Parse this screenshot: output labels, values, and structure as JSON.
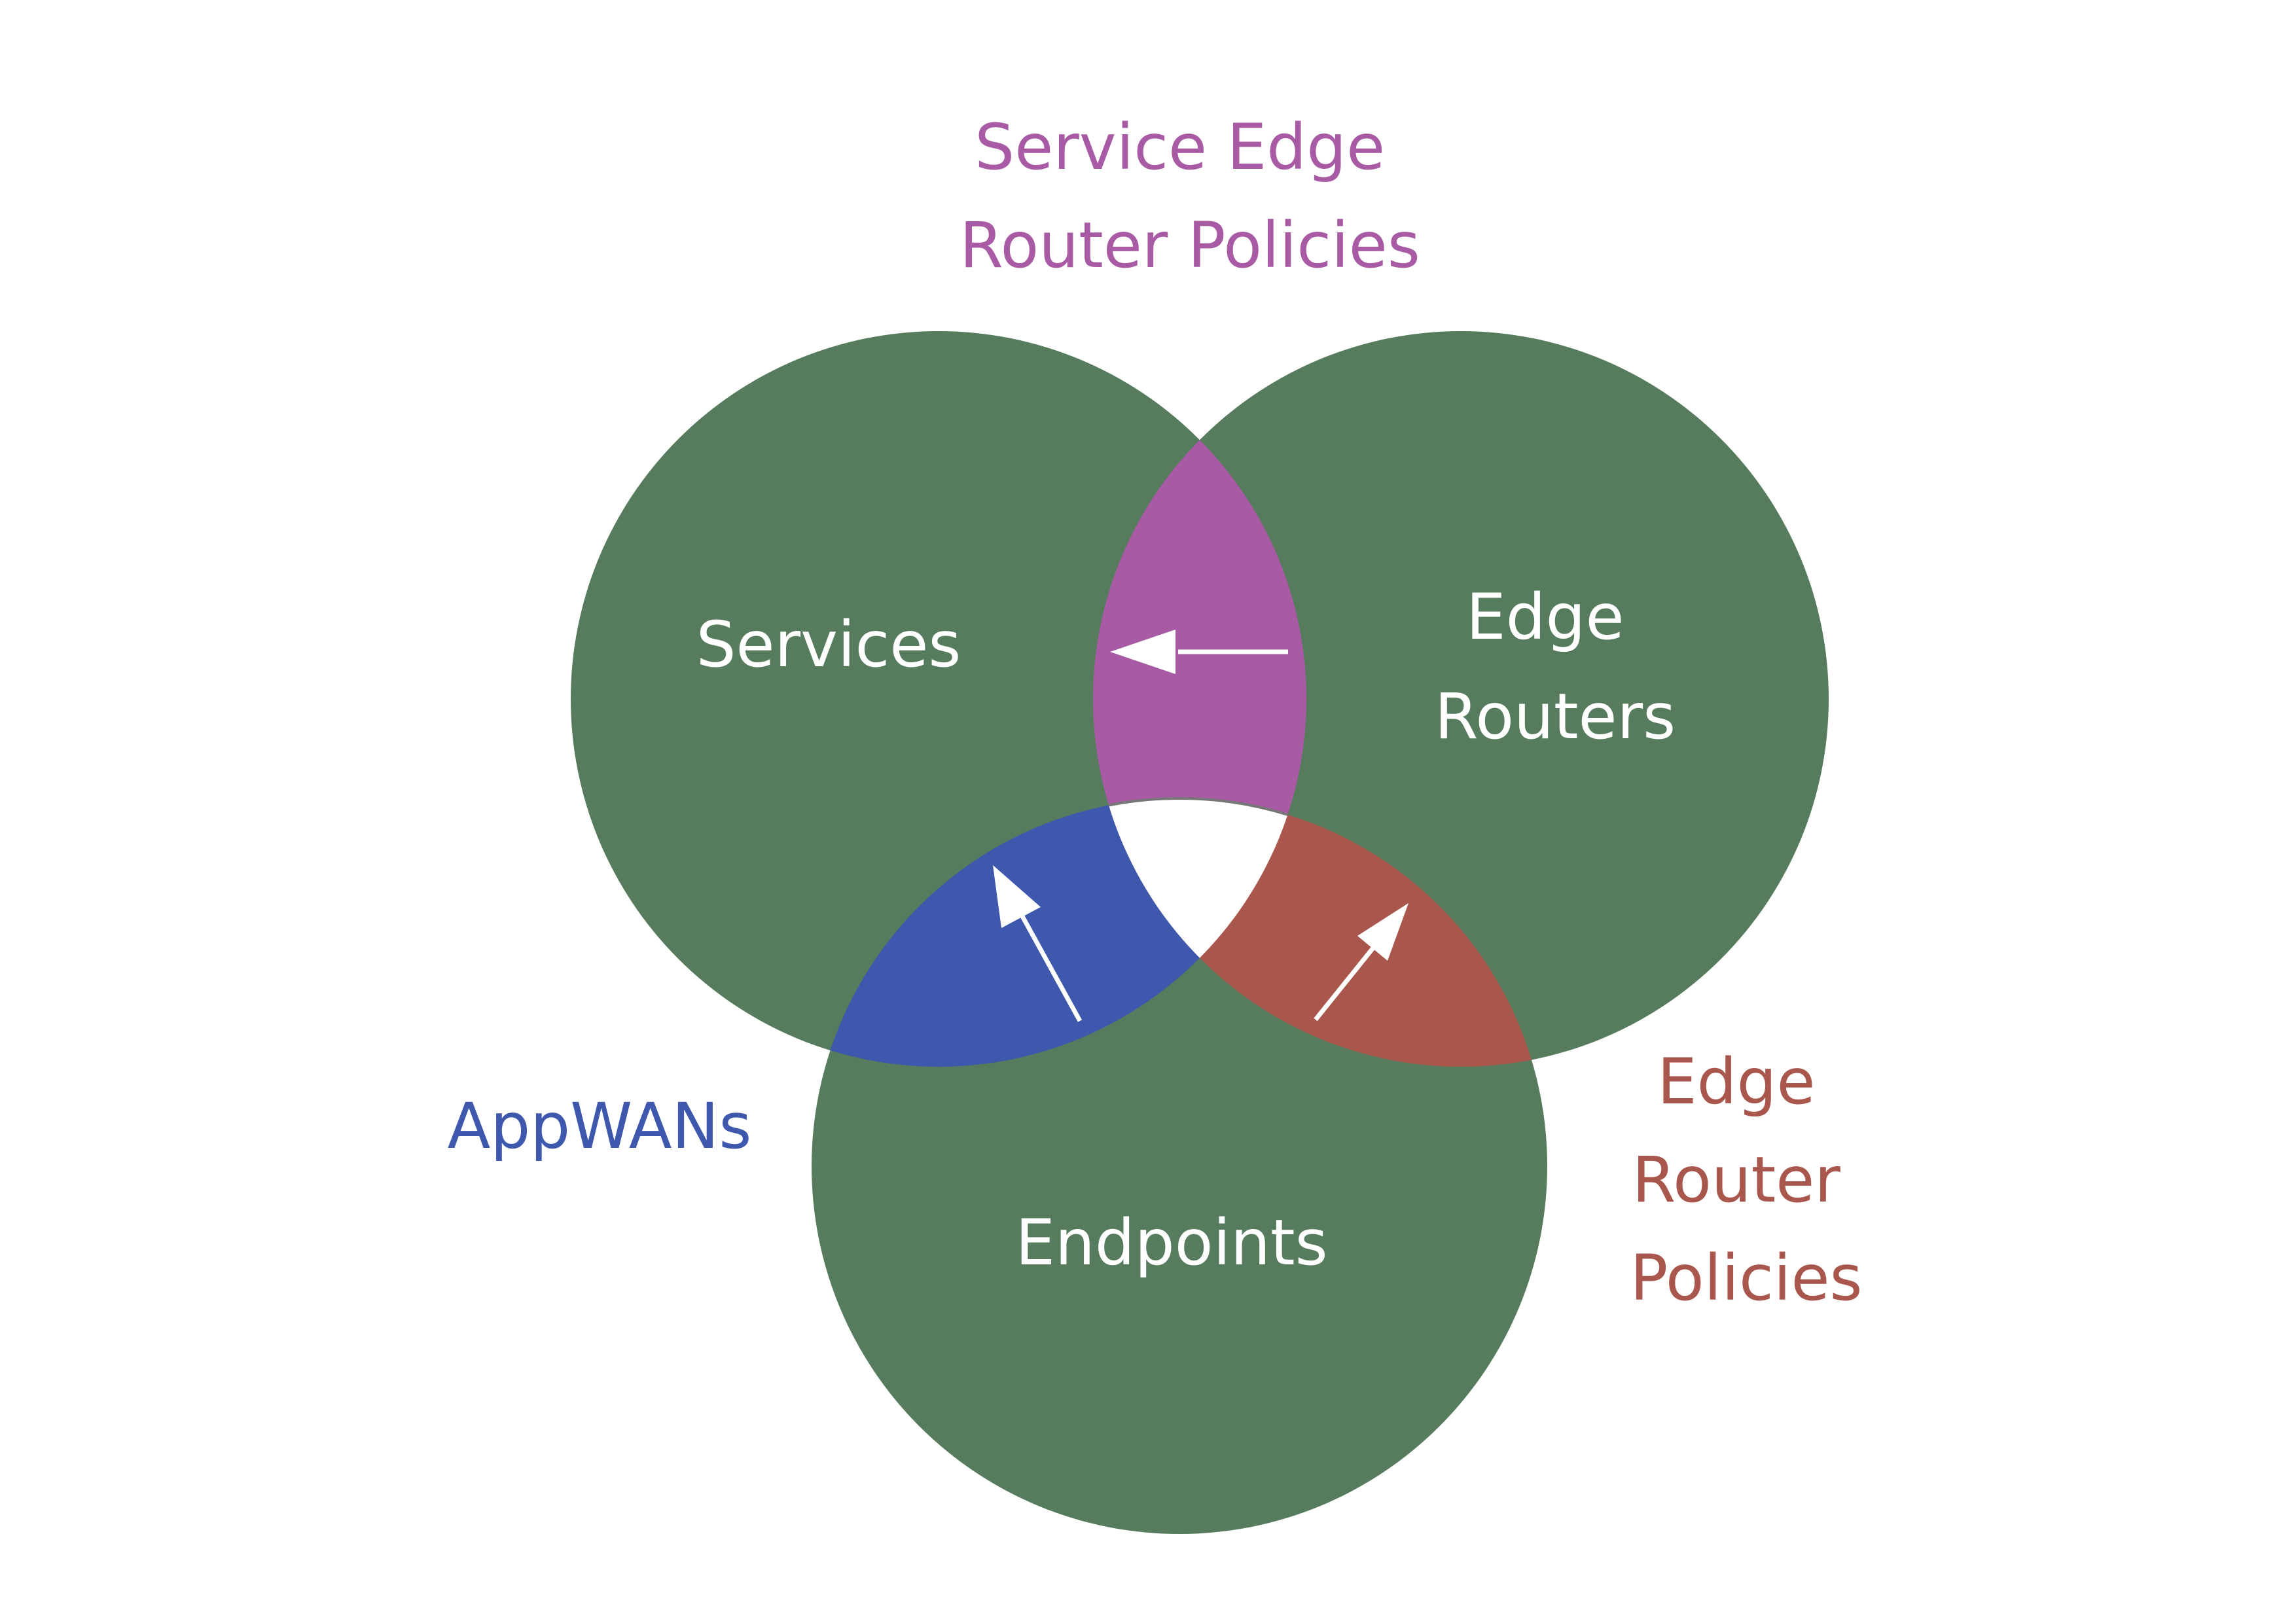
{
  "sets": {
    "services": {
      "lines": [
        "Services"
      ],
      "color": "#567C5D"
    },
    "edge_routers": {
      "lines": [
        "Edge",
        "Routers"
      ],
      "color": "#567C5D"
    },
    "endpoints": {
      "lines": [
        "Endpoints"
      ],
      "color": "#567C5D"
    }
  },
  "intersections": {
    "service_edge_router_policies": {
      "lines": [
        "Service Edge",
        "Router Policies"
      ],
      "color": "#A85AA5",
      "arrow": "edge-routers-to-services"
    },
    "appwans": {
      "lines": [
        "AppWANs"
      ],
      "color": "#3E58AD",
      "arrow": "endpoints-to-services"
    },
    "edge_router_policies": {
      "lines": [
        "Edge",
        "Router",
        "Policies"
      ],
      "color": "#A9574C",
      "arrow": "endpoints-to-edge-routers"
    },
    "all_three": {
      "color": "#FFFFFF"
    }
  },
  "arrow_color": "#FFFFFF",
  "label_color": "#FFFFFF"
}
